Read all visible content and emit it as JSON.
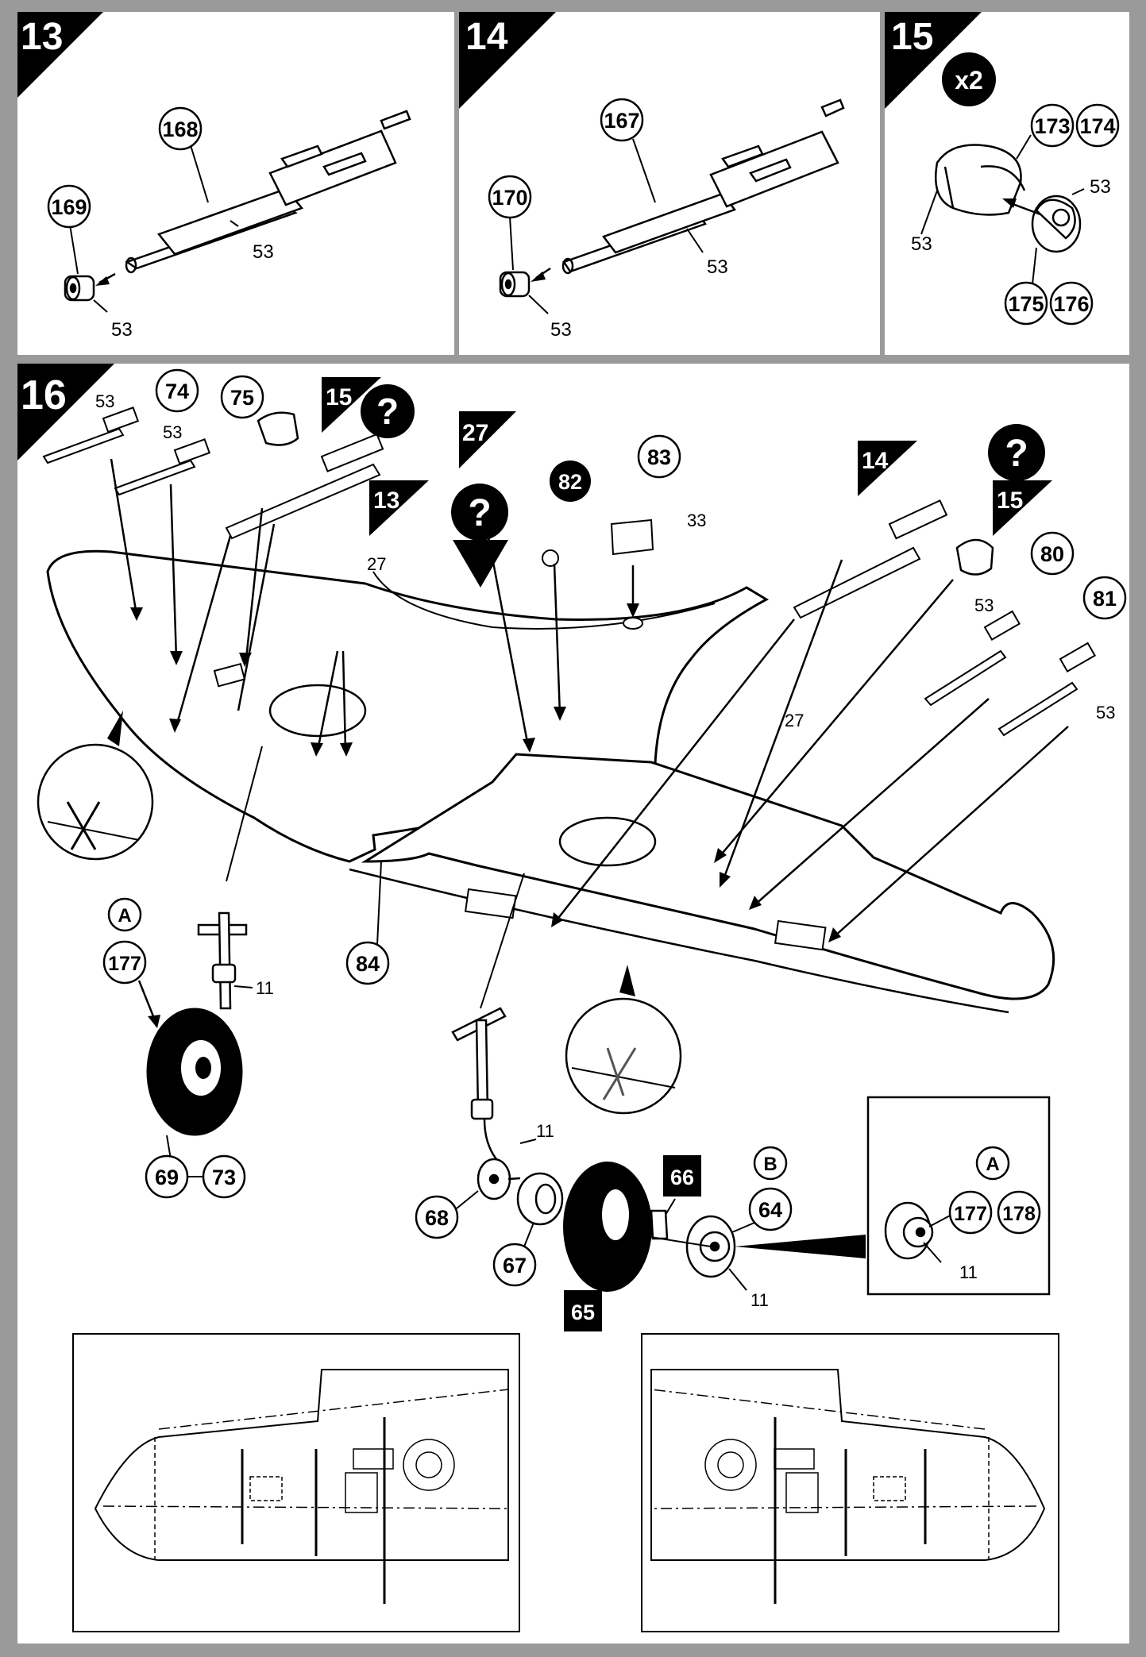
{
  "steps": {
    "s13": "13",
    "s14": "14",
    "s15": "15",
    "s16": "16"
  },
  "multiplier": "x2",
  "callouts": {
    "p168": "168",
    "p169": "169",
    "p53a": "53",
    "p53b": "53",
    "p167": "167",
    "p170": "170",
    "p53c": "53",
    "p53d": "53",
    "p173": "173",
    "p174": "174",
    "p175": "175",
    "p176": "176",
    "p53e": "53",
    "p53f": "53",
    "p74": "74",
    "p75": "75",
    "p53g": "53",
    "p53h": "53",
    "ref15a": "15",
    "ref13": "13",
    "ref27": "27",
    "ref14": "14",
    "ref15b": "15",
    "p82": "82",
    "p83": "83",
    "p33": "33",
    "p27a": "27",
    "p27b": "27",
    "p80": "80",
    "p81": "81",
    "p53i": "53",
    "p53j": "53",
    "pA1": "A",
    "p177a": "177",
    "p11a": "11",
    "p69": "69",
    "p73": "73",
    "p84": "84",
    "p11b": "11",
    "pB": "B",
    "p66": "66",
    "p64": "64",
    "p68": "68",
    "p67": "67",
    "p65": "65",
    "p11c": "11",
    "pA2": "A",
    "p177b": "177",
    "p178": "178",
    "p11d": "11"
  },
  "icons": [
    "question-icon",
    "arrow-icon",
    "cut-mark-icon",
    "wheel-icon",
    "gun-barrel-icon"
  ],
  "colors": {
    "frame": "#9a9a9a",
    "ink": "#000000",
    "paper": "#ffffff"
  }
}
